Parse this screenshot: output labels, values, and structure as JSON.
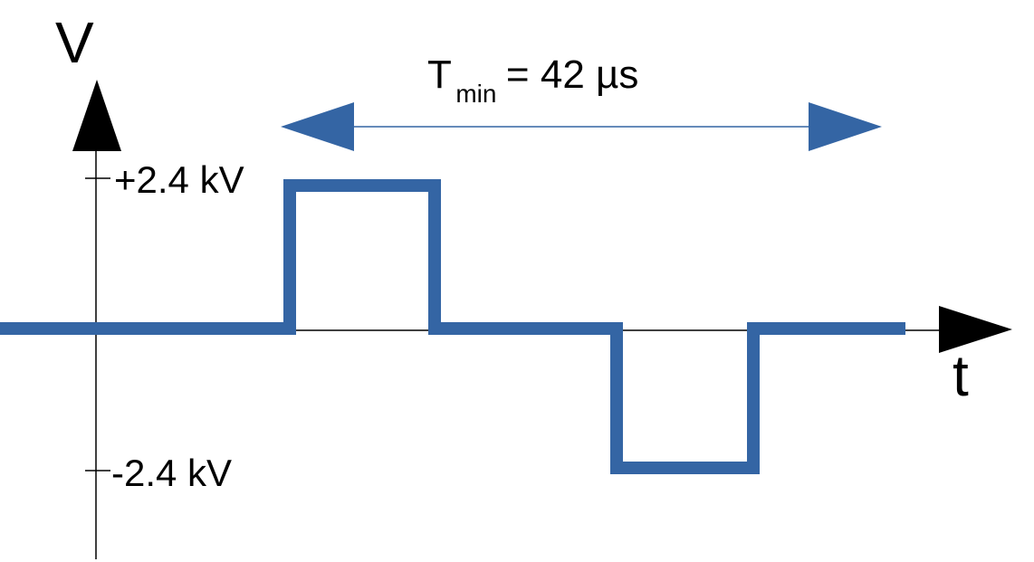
{
  "axes": {
    "y_label": "V",
    "x_label": "t"
  },
  "levels": {
    "high_label": "+2.4 kV",
    "low_label": "-2.4 kV",
    "high_value_kv": 2.4,
    "low_value_kv": -2.4
  },
  "period": {
    "symbol": "T",
    "subscript": "min",
    "value_text": "= 42 µs"
  },
  "colors": {
    "waveform": "#3465a4",
    "axes": "#000000",
    "dimension_line": "#3465a4"
  }
}
